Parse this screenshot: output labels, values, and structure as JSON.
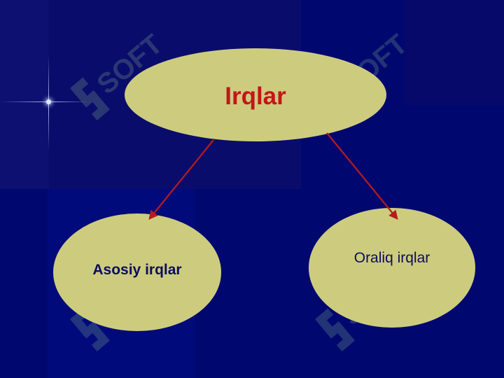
{
  "diagram": {
    "root": {
      "label": "Irqlar"
    },
    "children": [
      {
        "label": "Asosiy irqlar"
      },
      {
        "label": "Oraliq irqlar"
      }
    ]
  },
  "watermark": {
    "text": "SOFT"
  },
  "colors": {
    "background": "#000870",
    "node_fill": "#cdcc7e",
    "title_text": "#c4151a",
    "node_text": "#0b0d5e",
    "arrow": "#b51c1c"
  }
}
